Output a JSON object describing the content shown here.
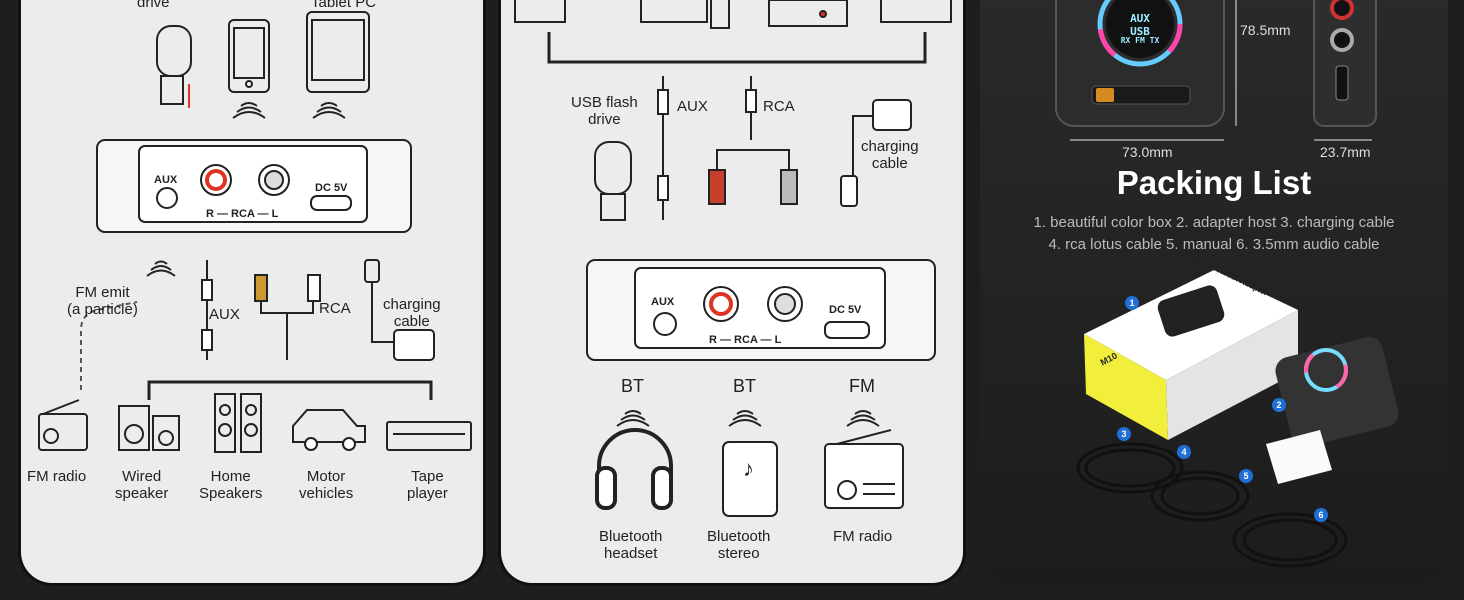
{
  "left_panel": {
    "top_devices": [
      "drive",
      "Tablet PC"
    ],
    "device_port_labels": {
      "aux": "AUX",
      "rca": "R — RCA — L",
      "dc": "DC 5V"
    },
    "fm_emit": "FM emit\n(a particle)",
    "aux": "AUX",
    "rca": "RCA",
    "charging_cable": "charging\ncable",
    "outputs": [
      "FM radio",
      "Wired\nspeaker",
      "Home\nSpeakers",
      "Motor\nvehicles",
      "Tape\nplayer"
    ]
  },
  "mid_panel": {
    "usb_flash_drive": "USB flash\ndrive",
    "aux": "AUX",
    "rca": "RCA",
    "charging_cable": "charging\ncable",
    "device_port_labels": {
      "aux": "AUX",
      "rca": "R — RCA — L",
      "dc": "DC 5V"
    },
    "modes": [
      "BT",
      "BT",
      "FM"
    ],
    "outputs": [
      "Bluetooth\nheadset",
      "Bluetooth\nstereo",
      "FM radio"
    ]
  },
  "right_panel": {
    "dimensions": {
      "height": "78.5mm",
      "width": "73.0mm",
      "depth": "23.7mm"
    },
    "screen_text": "AUX USB",
    "screen_sub": "RX FM TX",
    "title": "Packing List",
    "items_line1": "1. beautiful color box 2. adapter host 3. charging cable",
    "items_line2": "4. rca lotus cable 5. manual  6. 3.5mm audio cable",
    "box_title": "Digital Bluetooth Adapter",
    "box_model": "M10",
    "badges": [
      "1",
      "2",
      "3",
      "4",
      "5",
      "6"
    ]
  }
}
